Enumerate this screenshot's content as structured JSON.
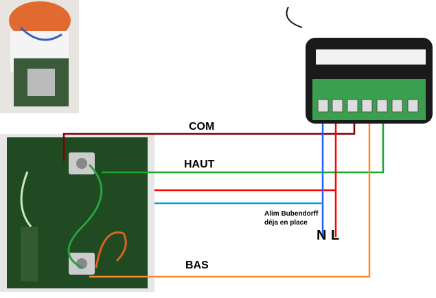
{
  "labels": {
    "com": "COM",
    "haut": "HAUT",
    "bas": "BAS",
    "n": "N",
    "l": "L",
    "note_line1": "Alim Bubendorff",
    "note_line2": "déja en place"
  },
  "wire_colors": {
    "com": "#800000",
    "haut": "#1aa82a",
    "bas": "#ff8a2a",
    "neutral": "#2060ff",
    "live": "#ff0000",
    "cyan": "#00a0e0"
  },
  "images": [
    "switch-box-photo",
    "switch-pcb-photo",
    "relay-module-photo"
  ]
}
